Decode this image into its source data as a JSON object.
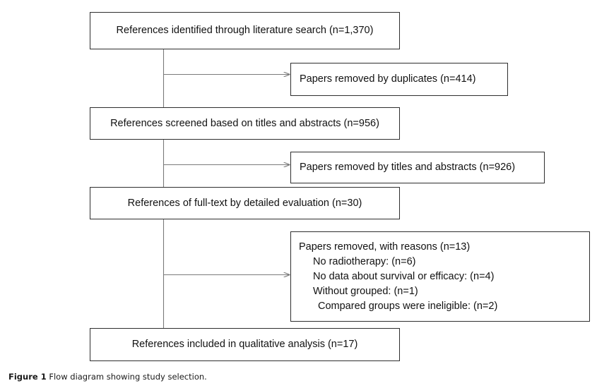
{
  "figure": {
    "caption_label": "Figure 1",
    "caption_text": "Flow diagram showing study selection.",
    "type": "prisma-flow-diagram"
  },
  "colors": {
    "box_border": "#2e2e2e",
    "connector": "#7a7a7a",
    "text": "#111111",
    "background": "#ffffff"
  },
  "flow": {
    "main_boxes": [
      {
        "id": "identified",
        "label": "References identified through literature search (n=1,370)",
        "n": 1370
      },
      {
        "id": "screened",
        "label": "References screened based on titles and abstracts (n=956)",
        "n": 956
      },
      {
        "id": "fulltext",
        "label": "References of full-text by detailed evaluation (n=30)",
        "n": 30
      },
      {
        "id": "included",
        "label": "References included in qualitative analysis (n=17)",
        "n": 17
      }
    ],
    "excluded_boxes": [
      {
        "id": "duplicates",
        "label": "Papers removed by duplicates (n=414)",
        "n": 414
      },
      {
        "id": "titles-abstracts",
        "label": "Papers removed by titles and abstracts (n=926)",
        "n": 926
      }
    ],
    "reasons_box": {
      "heading": "Papers removed, with reasons (n=13)",
      "n": 13,
      "items": [
        {
          "label": "No radiotherapy: (n=6)",
          "n": 6
        },
        {
          "label": "No data about survival or efficacy: (n=4)",
          "n": 4
        },
        {
          "label": "Without grouped: (n=1)",
          "n": 1
        },
        {
          "label": "Compared groups were ineligible: (n=2)",
          "n": 2
        }
      ]
    }
  }
}
